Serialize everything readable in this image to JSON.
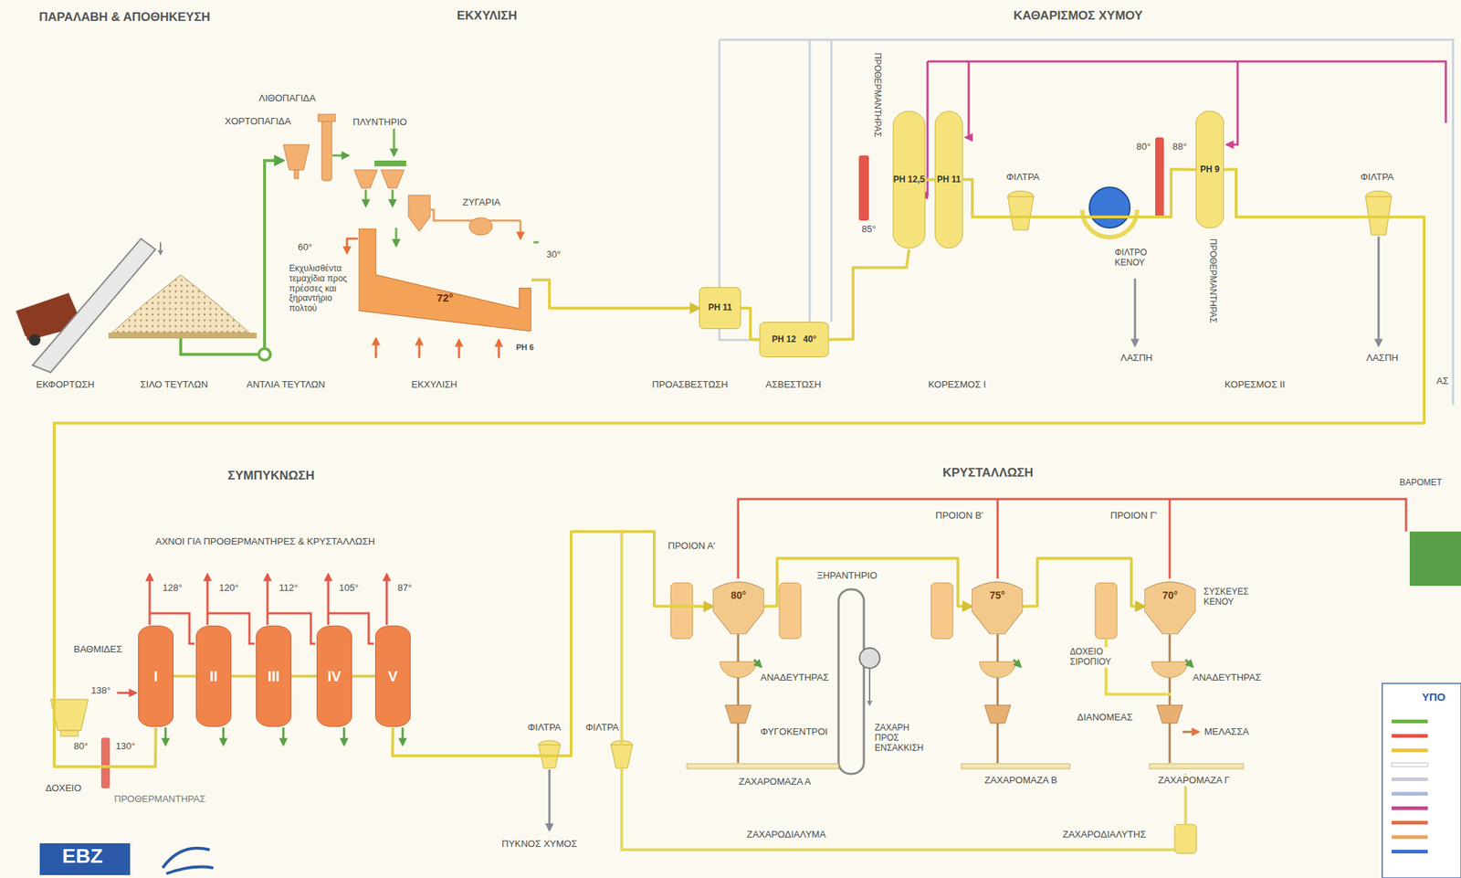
{
  "diagram": {
    "nodes": [
      {
        "text": [
          "72°"
        ]
      },
      {
        "text": [
          "PH 11"
        ]
      },
      {
        "text": [
          "PH 12",
          "40°"
        ]
      },
      {
        "text": [
          "PH 12,5"
        ]
      },
      {
        "text": [
          "PH 11"
        ]
      },
      {
        "text": [
          "PH 9"
        ]
      },
      {
        "text": [
          "I"
        ]
      },
      {
        "text": [
          "II"
        ]
      },
      {
        "text": [
          "III"
        ]
      },
      {
        "text": [
          "IV"
        ]
      },
      {
        "text": [
          "V"
        ]
      },
      {
        "text": [
          "80°"
        ]
      },
      {
        "text": [
          "75°"
        ]
      },
      {
        "text": [
          "70°"
        ]
      }
    ],
    "edges": [
      {
        "from": 0,
        "to": 1,
        "arrow": "to"
      },
      {
        "from": 1,
        "to": 2,
        "arrow": "none"
      },
      {
        "from": 2,
        "to": 3,
        "arrow": "none"
      },
      {
        "from": 3,
        "to": 4,
        "arrow": "none"
      },
      {
        "from": 4,
        "to": 5,
        "arrow": "none"
      },
      {
        "from": 5,
        "to": 6,
        "arrow": "none"
      },
      {
        "from": 6,
        "to": 7,
        "arrow": "none"
      },
      {
        "from": 7,
        "to": 8,
        "arrow": "none"
      },
      {
        "from": 8,
        "to": 9,
        "arrow": "none"
      },
      {
        "from": 9,
        "to": 10,
        "arrow": "none"
      },
      {
        "from": 10,
        "to": 11,
        "arrow": "to"
      },
      {
        "from": 11,
        "to": 12,
        "arrow": "to"
      },
      {
        "from": 12,
        "to": 13,
        "arrow": "to"
      }
    ],
    "labels": [
      "ΠΑΡΑΛΑΒΗ & ΑΠΟΘΗΚΕΥΣΗ",
      "ΕΚΧΥΛΙΣΗ",
      "ΚΑΘΑΡΙΣΜΟΣ ΧΥΜΟΥ",
      "ΛΙΘΟΠΑΓΙΔΑ",
      "ΧΟΡΤΟΠΑΓΙΔΑ",
      "ΠΛΥΝΤΗΡΙΟ",
      "ΖΥΓΑΡΙΑ",
      "60°",
      "Εκχυλισθέντα τεμαχίδια προς πρέσσες και ξηραντήριο πολτού",
      "30°",
      "PH 6",
      "ΕΚΦΟΡΤΩΣΗ",
      "ΣΙΛΟ ΤΕΥΤΛΩΝ",
      "ΑΝΤΛΙΑ ΤΕΥΤΛΩΝ",
      "ΕΚΧΥΛΙΣΗ",
      "ΠΡΟΑΣΒΕΣΤΩΣΗ",
      "ΑΣΒΕΣΤΩΣΗ",
      "ΠΡΟΘΕΡΜΑΝΤΗΡΑΣ",
      "85°",
      "ΦΙΛΤΡΑ",
      "ΦΙΛΤΡΟ ΚΕΝΟΥ",
      "ΛΑΣΠΗ",
      "80°",
      "88°",
      "ΠΡΟΘΕΡΜΑΝΤΗΡΑΣ",
      "ΦΙΛΤΡΑ",
      "ΛΑΣΠΗ",
      "ΚΟΡΕΣΜΟΣ Ι",
      "ΚΟΡΕΣΜΟΣ ΙΙ",
      "ΑΣ",
      "ΣΥΜΠΥΚΝΩΣΗ",
      "ΚΡΥΣΤΑΛΛΩΣΗ",
      "ΑΧΝΟΙ ΓΙΑ ΠΡΟΘΕΡΜΑΝΤΗΡΕΣ & ΚΡΥΣΤΑΛΛΩΣΗ",
      "128°",
      "120°",
      "112°",
      "105°",
      "87°",
      "ΒΑΘΜΙΔΕΣ",
      "138°",
      "ΔΟΧΕΙΟ",
      "80°",
      "130°",
      "ΠΡΟΘΕΡΜΑΝΤΗΡΑΣ",
      "ΦΙΛΤΡΑ",
      "ΠΥΚΝΟΣ ΧΥΜΟΣ",
      "ΦΙΛΤΡΑ",
      "ΠΡΟΙΟΝ Α'",
      "ΞΗΡΑΝΤΗΡΙΟ",
      "ΑΝΑΔΕΥΤΗΡΑΣ",
      "ΦΥΓΟΚΕΝΤΡΟΙ",
      "ΖΑΧΑΡΗ ΠΡΟΣ ΕΝΣΑΚΚΙΣΗ",
      "ΖΑΧΑΡΟΜΑΖΑ Α",
      "ΠΡΟΙΟΝ Β'",
      "ΠΡΟΙΟΝ Γ'",
      "ΣΥΣΚΕΥΕΣ ΚΕΝΟΥ",
      "ΔΟΧΕΙΟ ΣΙΡΟΠΙΟΥ",
      "ΑΝΑΔΕΥΤΗΡΑΣ",
      "ΔΙΑΝΟΜΕΑΣ",
      "ΜΕΛΑΣΣΑ",
      "ΖΑΧΑΡΟΜΑΖΑ Β",
      "ΖΑΧΑΡΟΜΑΖΑ Γ",
      "ΖΑΧΑΡΟΔΙΑΛΥΜΑ",
      "ΖΑΧΑΡΟΔΙΑΛΥΤΗΣ",
      "ΒΑΡΟΜΕΤ",
      "ΥΠΟ",
      "ΕΒΖ"
    ]
  }
}
